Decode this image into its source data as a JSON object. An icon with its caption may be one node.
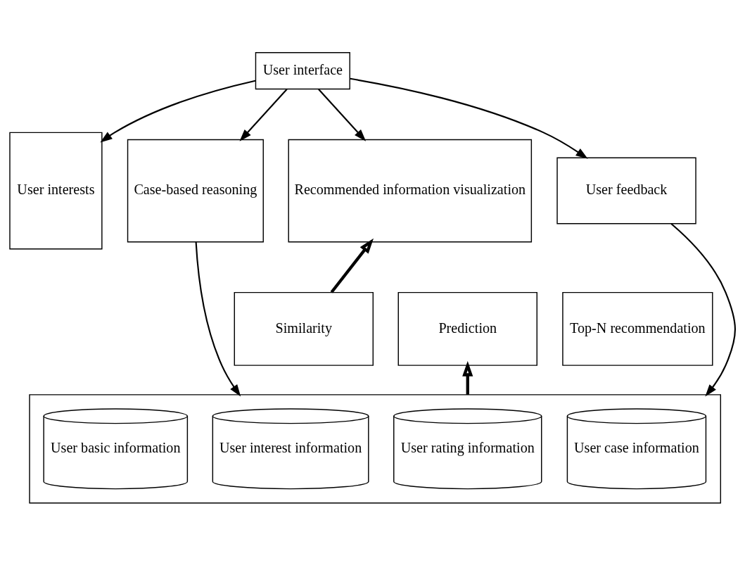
{
  "diagram": {
    "nodes": [
      {
        "text": [
          "User interface"
        ]
      },
      {
        "text": [
          "User interests"
        ]
      },
      {
        "text": [
          "Case-based reasoning"
        ]
      },
      {
        "text": [
          "Recommended information visualization"
        ]
      },
      {
        "text": [
          "User feedback"
        ]
      },
      {
        "text": [
          "Similarity"
        ]
      },
      {
        "text": [
          "Prediction"
        ]
      },
      {
        "text": [
          "Top-N recommendation"
        ]
      },
      {
        "text": [],
        "shape": "box"
      },
      {
        "text": [
          "User basic information"
        ],
        "in": 8
      },
      {
        "text": [
          "User interest information"
        ],
        "in": 8
      },
      {
        "text": [
          "User rating information"
        ],
        "in": 8
      },
      {
        "text": [
          "User case information"
        ],
        "in": 8
      }
    ],
    "edges": [
      {
        "from": 0,
        "to": 1,
        "arrow": "to"
      },
      {
        "from": 0,
        "to": 2,
        "arrow": "to"
      },
      {
        "from": 0,
        "to": 3,
        "arrow": "to"
      },
      {
        "from": 0,
        "to": 4,
        "arrow": "to"
      },
      {
        "from": 2,
        "to": 8,
        "arrow": "to"
      },
      {
        "from": 4,
        "to": 8,
        "arrow": "to"
      },
      {
        "from": 5,
        "to": 3,
        "arrow": "to",
        "style": "thick"
      },
      {
        "from": 8,
        "to": 6,
        "arrow": "to",
        "style": "thick"
      }
    ]
  }
}
